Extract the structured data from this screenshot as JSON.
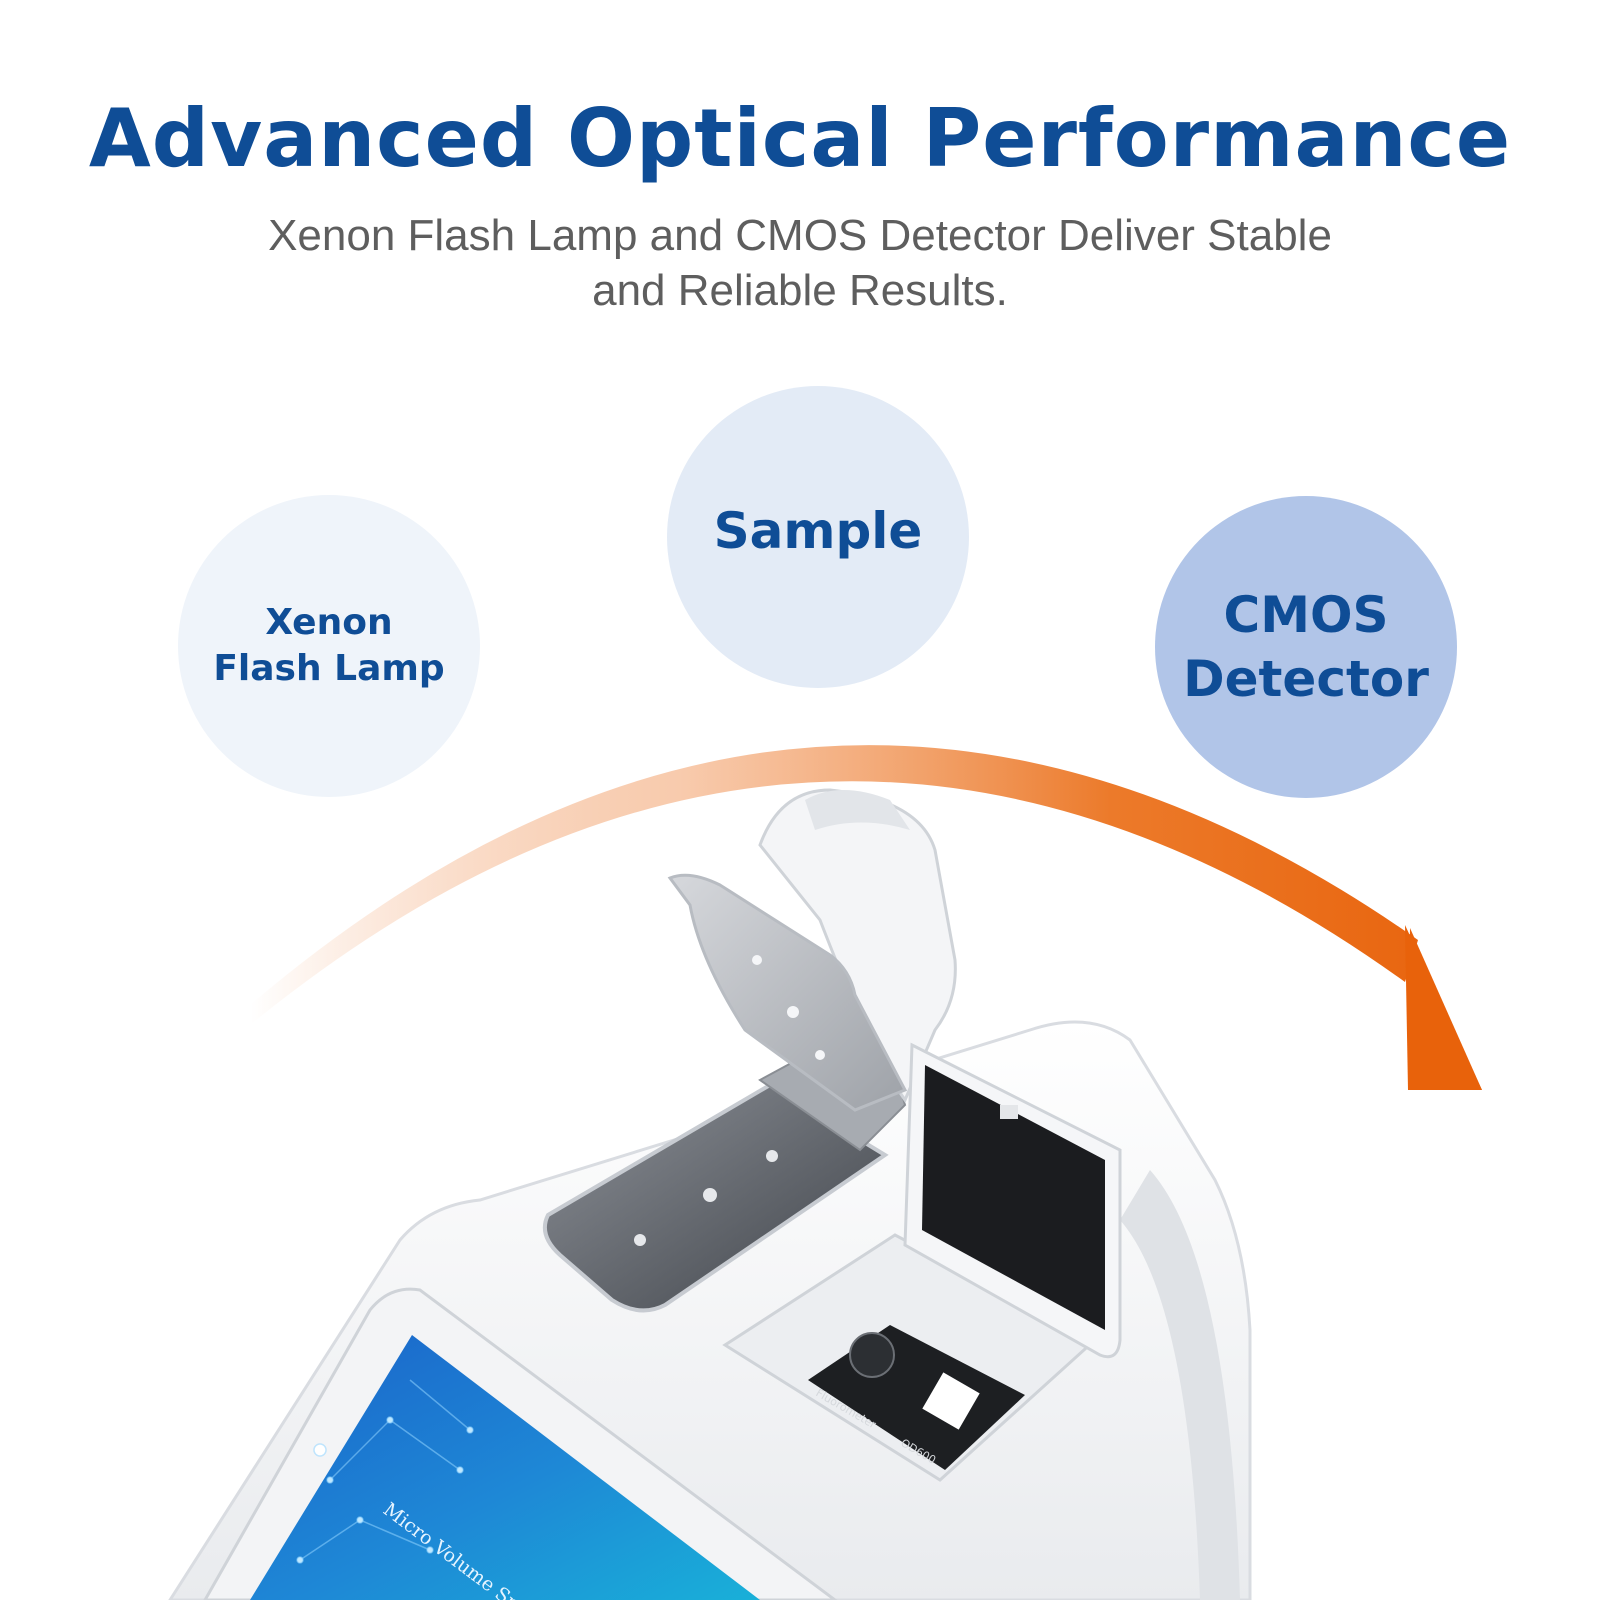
{
  "header": {
    "title": "Advanced Optical Performance",
    "subtitle_line1": "Xenon Flash Lamp and CMOS Detector Deliver Stable",
    "subtitle_line2": "and Reliable Results."
  },
  "stages": {
    "lamp_line1": "Xenon",
    "lamp_line2": "Flash Lamp",
    "sample": "Sample",
    "detector_line1": "CMOS",
    "detector_line2": "Detector"
  },
  "device": {
    "slot_label_left": "Fluorometer",
    "slot_label_right": "OD600",
    "screen_text": "Micro Volume Spec"
  },
  "colors": {
    "title_blue": "#0f4d96",
    "arrow_orange": "#e8620b",
    "bubble_light": "#eff4fa",
    "bubble_mid": "#e3ebf6",
    "bubble_strong": "#b1c5e8"
  }
}
